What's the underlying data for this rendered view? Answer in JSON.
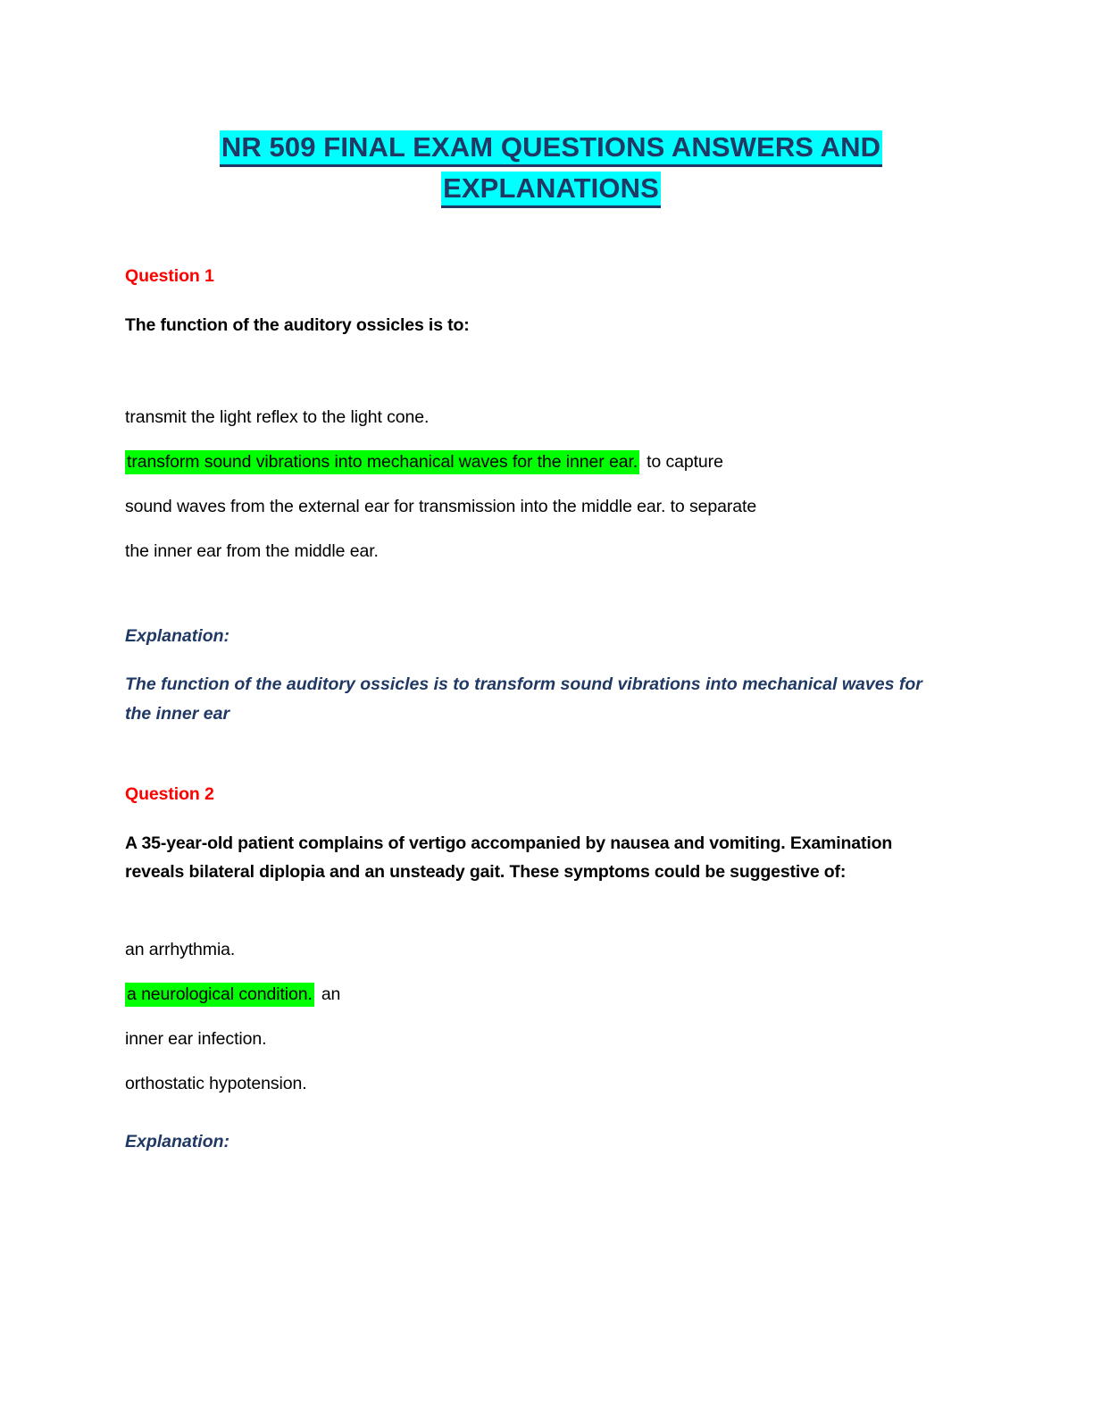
{
  "document": {
    "title_line1": "NR 509 FINAL EXAM QUESTIONS ANSWERS AND",
    "title_line2": "EXPLANATIONS",
    "title_full": "NR 509 FINAL EXAM QUESTIONS ANSWERS AND EXPLANATIONS",
    "background_color": "#FFFFFF",
    "title_highlight_color": "#00FFFF",
    "title_text_color": "#1F3864",
    "question_label_color": "#FF0000",
    "answer_highlight_color": "#00FF00",
    "explanation_text_color": "#1F3864",
    "body_text_color": "#000000"
  },
  "questions": [
    {
      "label": "Question 1",
      "prompt": "The function of the auditory ossicles is to:",
      "options": [
        {
          "text": "transmit the light reflex to the light cone.",
          "highlighted": false
        },
        {
          "text": "transform sound vibrations into mechanical waves for the inner ear.",
          "highlighted": true,
          "trailing_text": "to capture"
        },
        {
          "text": "sound waves from the external ear for transmission into the middle ear. to separate",
          "highlighted": false
        },
        {
          "text": "the inner ear from the middle ear.",
          "highlighted": false
        }
      ],
      "explanation_label": "Explanation:",
      "explanation_text": "The function of the auditory ossicles is to transform sound vibrations into mechanical waves for the inner ear"
    },
    {
      "label": "Question 2",
      "prompt": "A 35-year-old patient complains of vertigo accompanied by nausea and vomiting. Examination reveals bilateral diplopia and an unsteady gait. These symptoms could be suggestive of:",
      "options": [
        {
          "text": "an arrhythmia.",
          "highlighted": false
        },
        {
          "text": "a neurological condition.",
          "highlighted": true,
          "trailing_text": "an"
        },
        {
          "text": "inner ear infection.",
          "highlighted": false
        },
        {
          "text": "orthostatic hypotension.",
          "highlighted": false
        }
      ],
      "explanation_label": "Explanation:",
      "explanation_text": ""
    }
  ]
}
